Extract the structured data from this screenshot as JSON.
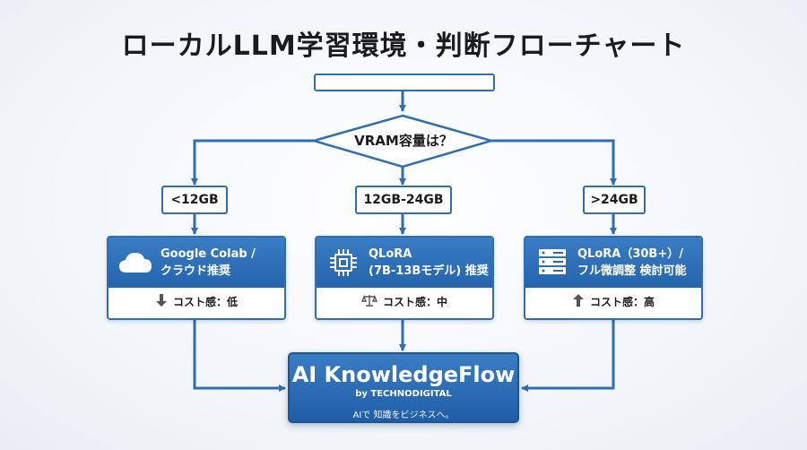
{
  "title": "ローカルLLM学習環境・判断フローチャート",
  "decision": {
    "label": "VRAM容量は？"
  },
  "branches": [
    {
      "condition": "<12GB",
      "line1": "Google Colab /",
      "line2": "クラウド推奨",
      "icon": "cloud-icon",
      "cost": "コスト感：低",
      "cost_icon": "arrow-down-icon"
    },
    {
      "condition": "12GB-24GB",
      "line1": "QLoRA",
      "line2": "(7B-13Bモデル) 推奨",
      "icon": "chip-icon",
      "cost": "コスト感：中",
      "cost_icon": "scale-icon"
    },
    {
      "condition": ">24GB",
      "line1": "QLoRA（30B+）/",
      "line2": "フル微調整 検討可能",
      "icon": "server-icon",
      "cost": "コスト感：高",
      "cost_icon": "arrow-up-icon"
    }
  ],
  "brand": {
    "name": "AI KnowledgeFlow",
    "byline": "by TECHNODIGITAL",
    "tagline": "AIで 知識をビジネスへ。"
  },
  "colors": {
    "accent": "#2f6eb2",
    "card_header": "#2a6bb3",
    "text": "#1b1b1b"
  }
}
